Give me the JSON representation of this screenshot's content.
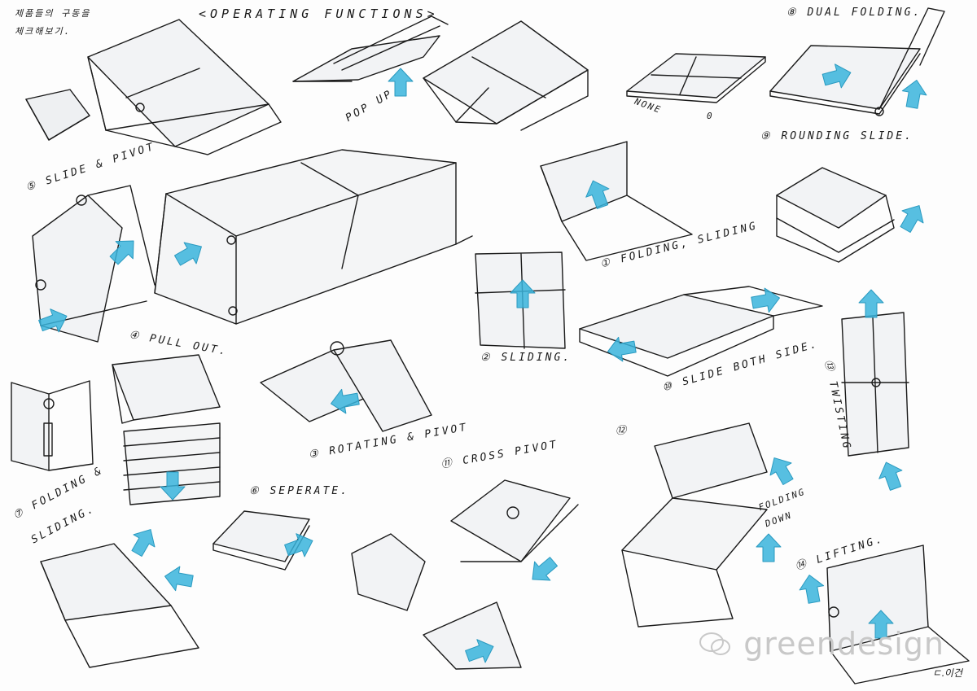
{
  "title": "<OPERATING FUNCTIONS>",
  "korean_note_1": "제품들의 구동을",
  "korean_note_2": "체크해보기.",
  "labels": {
    "popup": "POP UP",
    "none": "NONE",
    "none_num": "0",
    "dual_folding": "⑧ DUAL FOLDING.",
    "rounding_slide": "⑨ ROUNDING SLIDE.",
    "slide_pivot": "⑤ SLIDE & PIVOT",
    "folding_sliding_top": "① FOLDING, SLIDING",
    "pull_out": "④ PULL OUT.",
    "sliding": "② SLIDING.",
    "slide_both_side": "⑩ SLIDE BOTH SIDE.",
    "twisting": "⑬ TWISTING",
    "rotating_pivot": "③ ROTATING & PIVOT",
    "folding_sliding_left_1": "⑦ FOLDING &",
    "folding_sliding_left_2": "SLIDING.",
    "seperate": "⑥ SEPERATE.",
    "cross_pivot": "⑪ CROSS PIVOT",
    "num_12": "⑫",
    "folding_down_1": "FOLDING",
    "folding_down_2": "DOWN",
    "lifting": "⑭ LIFTING."
  },
  "watermark": "greendesign",
  "signature": "ㄷ.이건",
  "colors": {
    "accent": "#3ab4dc",
    "line": "#1a1a1a",
    "shade": "#e6e8ea"
  }
}
